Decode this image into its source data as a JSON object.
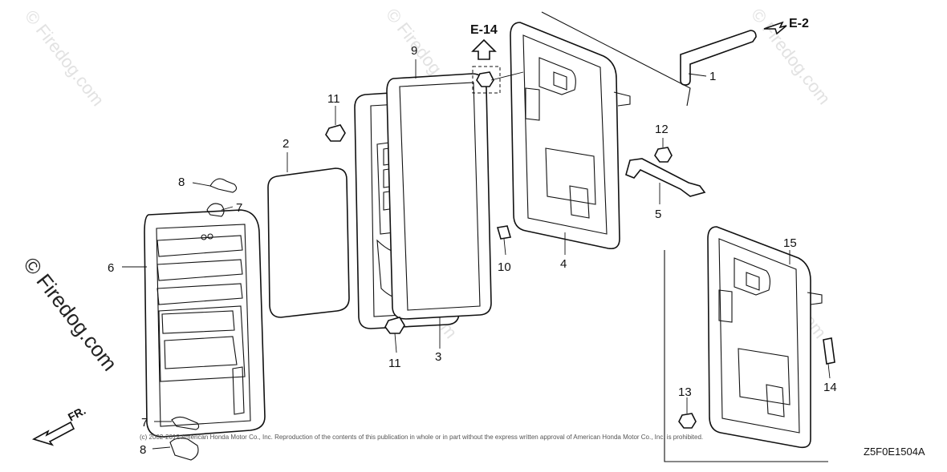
{
  "labels": {
    "p1": "1",
    "p2": "2",
    "p3": "3",
    "p4": "4",
    "p5": "5",
    "p6": "6",
    "p7a": "7",
    "p7b": "7",
    "p8a": "8",
    "p8b": "8",
    "p9": "9",
    "p10": "10",
    "p11a": "11",
    "p11b": "11",
    "p12": "12",
    "p13": "13",
    "p14": "14",
    "p15": "15"
  },
  "refs": {
    "e14": "E-14",
    "e2": "E-2"
  },
  "front_label": "FR.",
  "watermark": "© Firedog.com",
  "diagram_code": "Z5F0E1504A",
  "copyright": "(c) 2002-2012 American Honda Motor Co., Inc. Reproduction of the contents of this publication in whole or in part without the express written approval of American Honda Motor Co., Inc. is prohibited."
}
